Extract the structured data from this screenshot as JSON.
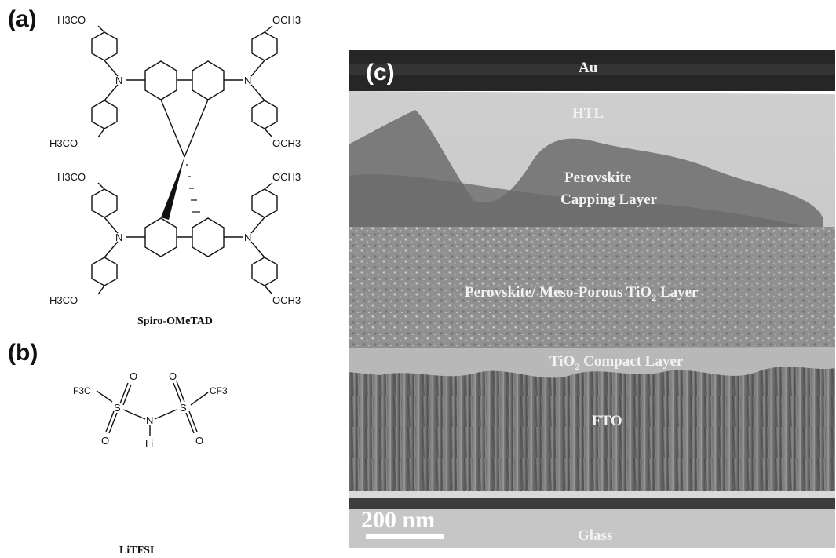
{
  "panels": {
    "a": {
      "label": "(a)",
      "caption": "Spiro-OMeTAD",
      "substituents": {
        "h3co_1": "H₃COˉ",
        "och3": "OCH3",
        "h3co": "H3CO",
        "n": "N"
      }
    },
    "b": {
      "label": "(b)",
      "caption": "LiTFSI",
      "atoms": {
        "f3c": "F3C",
        "cf3": "CF3",
        "s": "S",
        "o": "O",
        "n": "N",
        "li": "Li"
      }
    },
    "c": {
      "label": "(c)",
      "layers": {
        "au": "Au",
        "htl": "HTL",
        "capping_1": "Perovskite",
        "capping_2": "Capping Layer",
        "meso": "Perovskite/ Meso-Porous TiO",
        "meso_sub": "2",
        "meso_end": " Layer",
        "compact": "TiO",
        "compact_sub": "2",
        "compact_end": " Compact Layer",
        "fto": "FTO",
        "glass": "Glass"
      },
      "scale_bar": "200 nm"
    }
  }
}
